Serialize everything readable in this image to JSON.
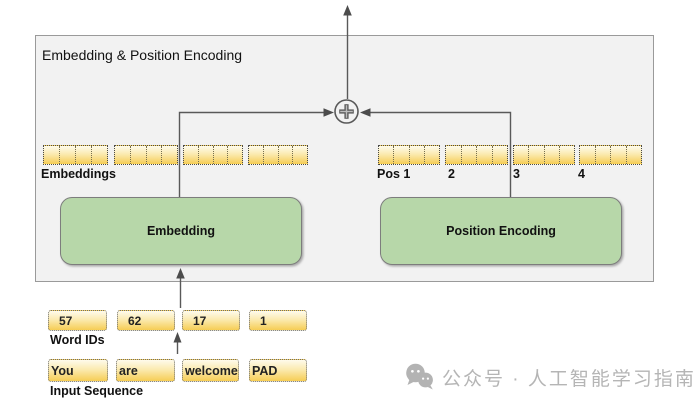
{
  "title": "Embedding & Position Encoding",
  "embeddings_row": {
    "label": "Embeddings",
    "groups": 4,
    "cells_per_group": 4
  },
  "pos_row": {
    "labels": [
      "Pos 1",
      "2",
      "3",
      "4"
    ],
    "groups": 4,
    "cells_per_group": 4
  },
  "blocks": {
    "embedding": "Embedding",
    "position_encoding": "Position Encoding"
  },
  "word_ids": {
    "label": "Word IDs",
    "values": [
      "57",
      "62",
      "17",
      "1"
    ]
  },
  "input_sequence": {
    "label": "Input Sequence",
    "tokens": [
      "You",
      "are",
      "welcome",
      "PAD"
    ]
  },
  "sum_node": {
    "symbol": "plus-in-circle"
  },
  "watermark": {
    "icon": "wechat-icon",
    "text": "公众号 · 人工智能学习指南"
  },
  "colors": {
    "panel_bg": "#f2f2f2",
    "panel_border": "#9a9a9a",
    "block_green": "#b7d7a9",
    "token_gradient_top": "#fefbec",
    "token_gradient_bottom": "#f6cd55",
    "line_gray": "#595959",
    "watermark_gray": "#b5b5b5"
  }
}
